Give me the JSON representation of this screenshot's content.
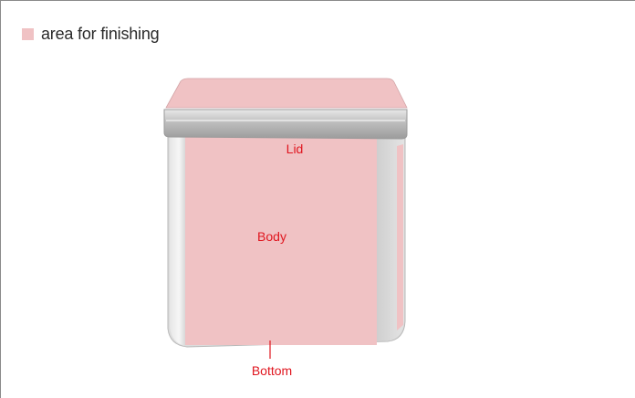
{
  "legend": {
    "label": "area for finishing",
    "swatch_color": "#f0c2c4"
  },
  "labels": {
    "lid": "Lid",
    "body": "Body",
    "bottom": "Bottom"
  },
  "colors": {
    "finishing_area": "#f0c2c4",
    "metal": "#d9d9d9",
    "label_text": "#e0161f"
  }
}
